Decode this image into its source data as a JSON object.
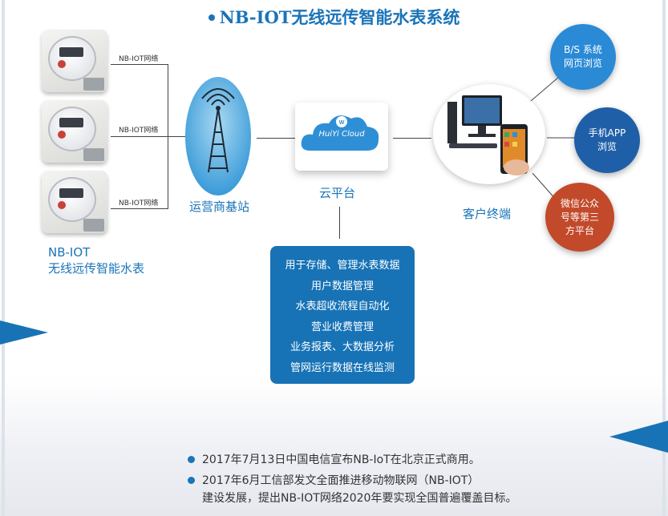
{
  "title": "NB-IOT无线远传智能水表系统",
  "meters": {
    "network_labels": [
      "NB-IOT网络",
      "NB-IOT网络",
      "NB-IOT网络"
    ],
    "caption_line1": "NB-IOT",
    "caption_line2": "无线远传智能水表"
  },
  "base_station": {
    "label": "运营商基站"
  },
  "cloud": {
    "logo_text": "HuiYi Cloud",
    "label": "云平台"
  },
  "client": {
    "label": "客户终端"
  },
  "bubbles": [
    {
      "text": "B/S 系统\n网页浏览",
      "color": "#2a8ad6"
    },
    {
      "text": "手机APP\n浏览",
      "color": "#1f5fa8"
    },
    {
      "text": "微信公众\n号等第三\n方平台",
      "color": "#c24a2a"
    }
  ],
  "functions": [
    "用于存储、管理水表数据",
    "用户数据管理",
    "水表超收流程自动化",
    "营业收费管理",
    "业务报表、大数据分析",
    "管网运行数据在线监测"
  ],
  "news": [
    "2017年7月13日中国电信宣布NB-IoT在北京正式商用。",
    "2017年6月工信部发文全面推进移动物联网（NB-IOT）\n建设发展，提出NB-IOT网络2020年要实现全国普遍覆盖目标。"
  ],
  "colors": {
    "primary": "#1a74b8",
    "box": "#1773b6"
  }
}
